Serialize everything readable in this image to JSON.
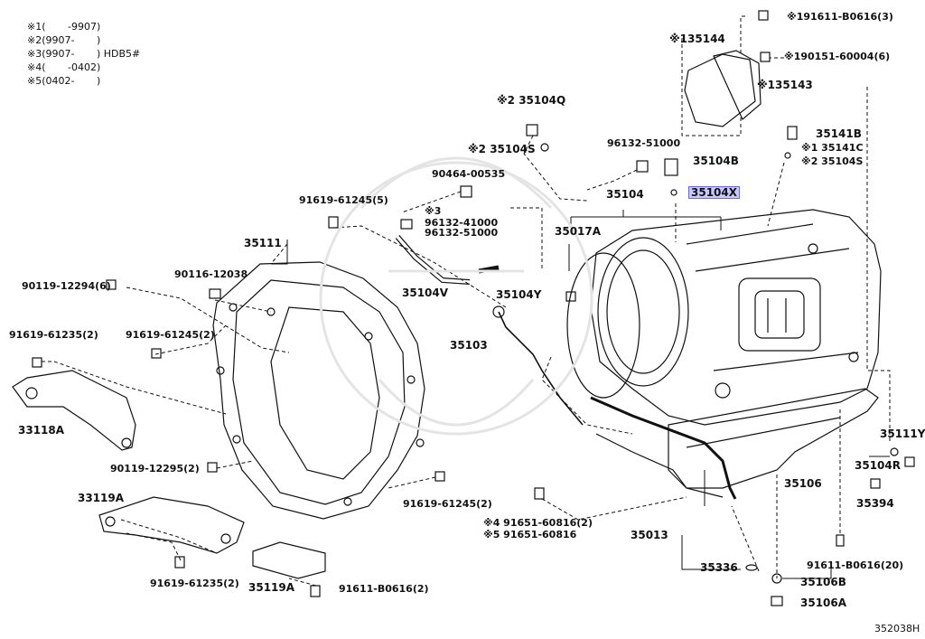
{
  "notes": [
    {
      "mark": "※1",
      "range": "(       -9907)"
    },
    {
      "mark": "※2",
      "range": "(9907-       )"
    },
    {
      "mark": "※3",
      "range": "(9907-       )",
      "extra": "HDB5#"
    },
    {
      "mark": "※4",
      "range": "(       -0402)"
    },
    {
      "mark": "※5",
      "range": "(0402-       )"
    }
  ],
  "labels": {
    "p191611": "※191611-B0616(3)",
    "p35144": "※135144",
    "p190151": "※190151-60004(6)",
    "p135143": "※135143",
    "p35104q": "※2 35104Q",
    "p35141b": "35141B",
    "p35141c": "※1 35141C",
    "p35104s_r": "※2 35104S",
    "p96132_top": "96132-51000",
    "p35104s_l": "※2 35104S",
    "p35104b": "35104B",
    "p90464": "90464-00535",
    "p35104": "35104",
    "p35104x": "35104X",
    "p91619_5": "91619-61245(5)",
    "p3": "※3",
    "p96132_41000": "96132-41000",
    "p96132_51000b": "96132-51000",
    "p35017a": "35017A",
    "p35111": "35111",
    "p90116": "90116-12038",
    "p90119_6": "90119-12294(6)",
    "p35104v": "35104V",
    "p35104y": "35104Y",
    "p91619_61235_2a": "91619-61235(2)",
    "p91619_61245_2a": "91619-61245(2)",
    "p35103": "35103",
    "p33118a": "33118A",
    "p35111y": "35111Y",
    "p90119_12295": "90119-12295(2)",
    "p35106": "35106",
    "p35104r": "35104R",
    "p33119a": "33119A",
    "p91619_61245_2b": "91619-61245(2)",
    "p35394": "35394",
    "p4": "※4 91651-60816(2)",
    "p5": "※5 91651-60816",
    "p35013": "35013",
    "p91611_b0616_20": "91611-B0616(20)",
    "p91619_61235_2b": "91619-61235(2)",
    "p35119a": "35119A",
    "p91611_b0616_2": "91611-B0616(2)",
    "p35336": "35336",
    "p35106b": "35106B",
    "p35106a": "35106A",
    "diagram_id": "352038H"
  },
  "highlight_color": "#c8c8ff"
}
